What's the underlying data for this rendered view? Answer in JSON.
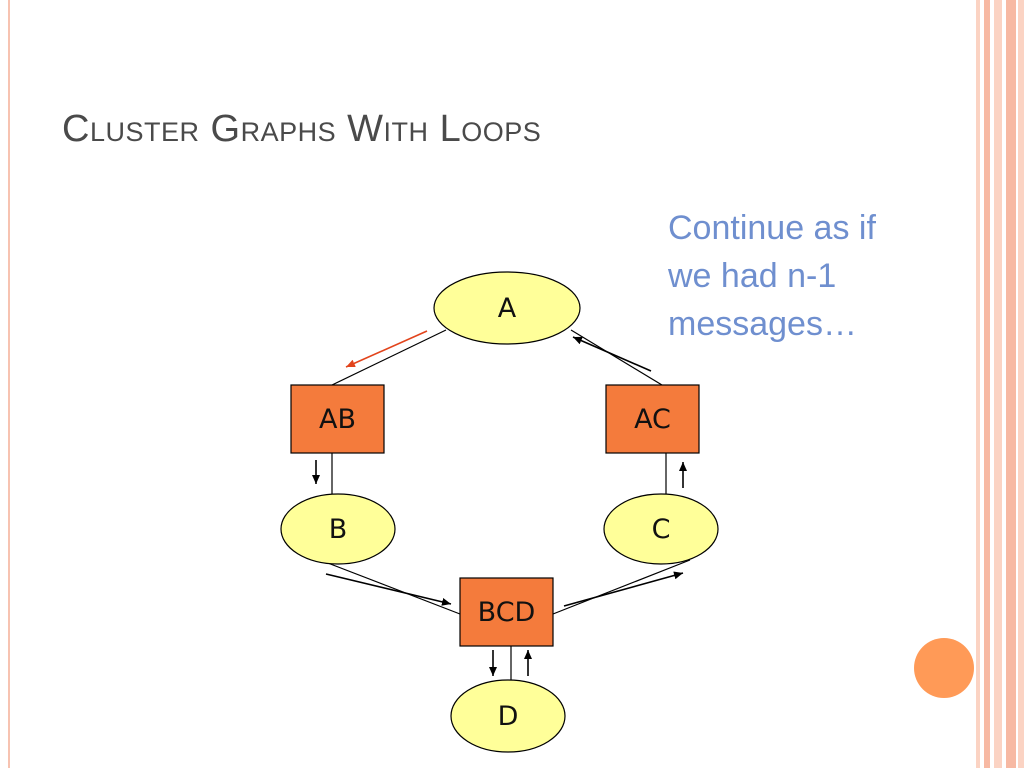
{
  "slide": {
    "title": "Cluster Graphs With Loops",
    "note": "Continue as if we had n-1 messages…"
  },
  "diagram": {
    "nodes": [
      {
        "id": "A",
        "label": "A",
        "kind": "variable"
      },
      {
        "id": "AB",
        "label": "AB",
        "kind": "factor"
      },
      {
        "id": "AC",
        "label": "AC",
        "kind": "factor"
      },
      {
        "id": "B",
        "label": "B",
        "kind": "variable"
      },
      {
        "id": "C",
        "label": "C",
        "kind": "variable"
      },
      {
        "id": "BCD",
        "label": "BCD",
        "kind": "factor"
      },
      {
        "id": "D",
        "label": "D",
        "kind": "variable"
      }
    ],
    "edges": [
      {
        "from": "A",
        "to": "AB"
      },
      {
        "from": "A",
        "to": "AC"
      },
      {
        "from": "AB",
        "to": "B"
      },
      {
        "from": "AC",
        "to": "C"
      },
      {
        "from": "B",
        "to": "BCD"
      },
      {
        "from": "C",
        "to": "BCD"
      },
      {
        "from": "BCD",
        "to": "D"
      }
    ],
    "messages": [
      {
        "from": "A",
        "to": "AB",
        "highlight": true
      },
      {
        "from": "AC",
        "to": "A",
        "highlight": false
      },
      {
        "from": "AB",
        "to": "B",
        "highlight": false
      },
      {
        "from": "C",
        "to": "AC",
        "highlight": false
      },
      {
        "from": "B",
        "to": "BCD",
        "highlight": false
      },
      {
        "from": "BCD",
        "to": "C",
        "highlight": false
      },
      {
        "from": "BCD",
        "to": "D",
        "highlight": false
      },
      {
        "from": "D",
        "to": "BCD",
        "highlight": false
      }
    ],
    "colors": {
      "variable_fill": "#ffff99",
      "factor_fill": "#f47b3c",
      "stroke": "#000000",
      "highlight": "#e2441c",
      "arrow": "#000000"
    }
  }
}
